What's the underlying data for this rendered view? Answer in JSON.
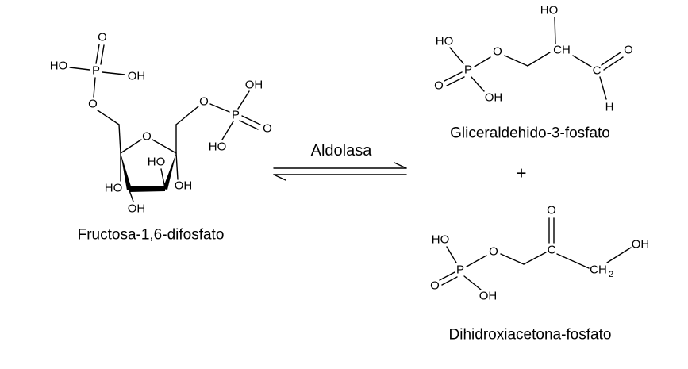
{
  "reaction": {
    "enzyme": "Aldolasa",
    "plus": "+",
    "reactant": {
      "name": "Fructosa-1,6-difosfato",
      "atoms": [
        "O",
        "P",
        "HO",
        "OH",
        "O",
        "O",
        "HO",
        "HO",
        "OH",
        "OH",
        "O",
        "P",
        "OH",
        "O",
        "HO"
      ]
    },
    "product1": {
      "name": "Gliceraldehido-3-fosfato",
      "atoms": [
        "HO",
        "P",
        "O",
        "OH",
        "O",
        "CH",
        "HO",
        "C",
        "O",
        "H"
      ]
    },
    "product2": {
      "name": "Dihidroxiacetona-fosfato",
      "atoms": [
        "HO",
        "P",
        "O",
        "OH",
        "O",
        "C",
        "O",
        "CH",
        "2",
        "OH"
      ]
    }
  }
}
